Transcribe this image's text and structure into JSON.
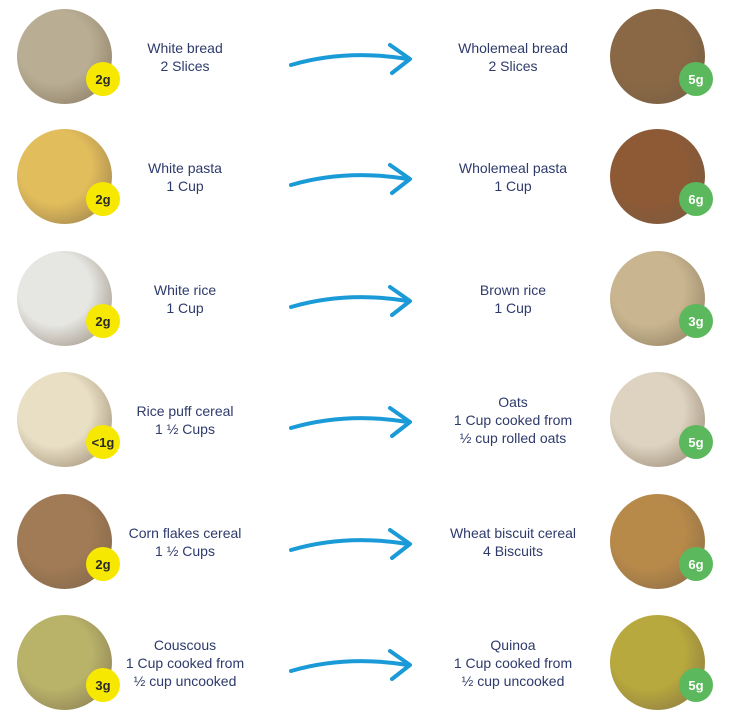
{
  "colors": {
    "text": "#2e3a6b",
    "arrow": "#1a9ad6",
    "low_badge": "#f6e800",
    "high_badge": "#5cb85c"
  },
  "rows": [
    {
      "from": {
        "name": "White bread",
        "amount": "2 Slices",
        "fibre": "2g",
        "image_color": "#b9ae94"
      },
      "to": {
        "name": "Wholemeal bread",
        "amount": "2 Slices",
        "fibre": "5g",
        "image_color": "#8a6845"
      }
    },
    {
      "from": {
        "name": "White pasta",
        "amount": "1 Cup",
        "fibre": "2g",
        "image_color": "#e2bd5c"
      },
      "to": {
        "name": "Wholemeal pasta",
        "amount": "1 Cup",
        "fibre": "6g",
        "image_color": "#8e5a36"
      }
    },
    {
      "from": {
        "name": "White rice",
        "amount": "1 Cup",
        "fibre": "2g",
        "image_color": "#e6e6e2"
      },
      "to": {
        "name": "Brown rice",
        "amount": "1 Cup",
        "fibre": "3g",
        "image_color": "#c9b690"
      }
    },
    {
      "from": {
        "name": "Rice puff cereal",
        "amount": "1 ½ Cups",
        "fibre": "<1g",
        "image_color": "#e9dfc4"
      },
      "to": {
        "name": "Oats",
        "amount": "1 Cup cooked from",
        "amount2": "½ cup rolled oats",
        "fibre": "5g",
        "image_color": "#ddd3c0"
      }
    },
    {
      "from": {
        "name": "Corn flakes cereal",
        "amount": "1 ½ Cups",
        "fibre": "2g",
        "image_color": "#a17b55"
      },
      "to": {
        "name": "Wheat biscuit cereal",
        "amount": "4 Biscuits",
        "fibre": "6g",
        "image_color": "#b88a4a"
      }
    },
    {
      "from": {
        "name": "Couscous",
        "amount": "1 Cup cooked from",
        "amount2": "½ cup uncooked",
        "fibre": "3g",
        "image_color": "#b9b36a"
      },
      "to": {
        "name": "Quinoa",
        "amount": "1 Cup cooked from",
        "amount2": "½ cup uncooked",
        "fibre": "5g",
        "image_color": "#b8a93e"
      }
    }
  ]
}
